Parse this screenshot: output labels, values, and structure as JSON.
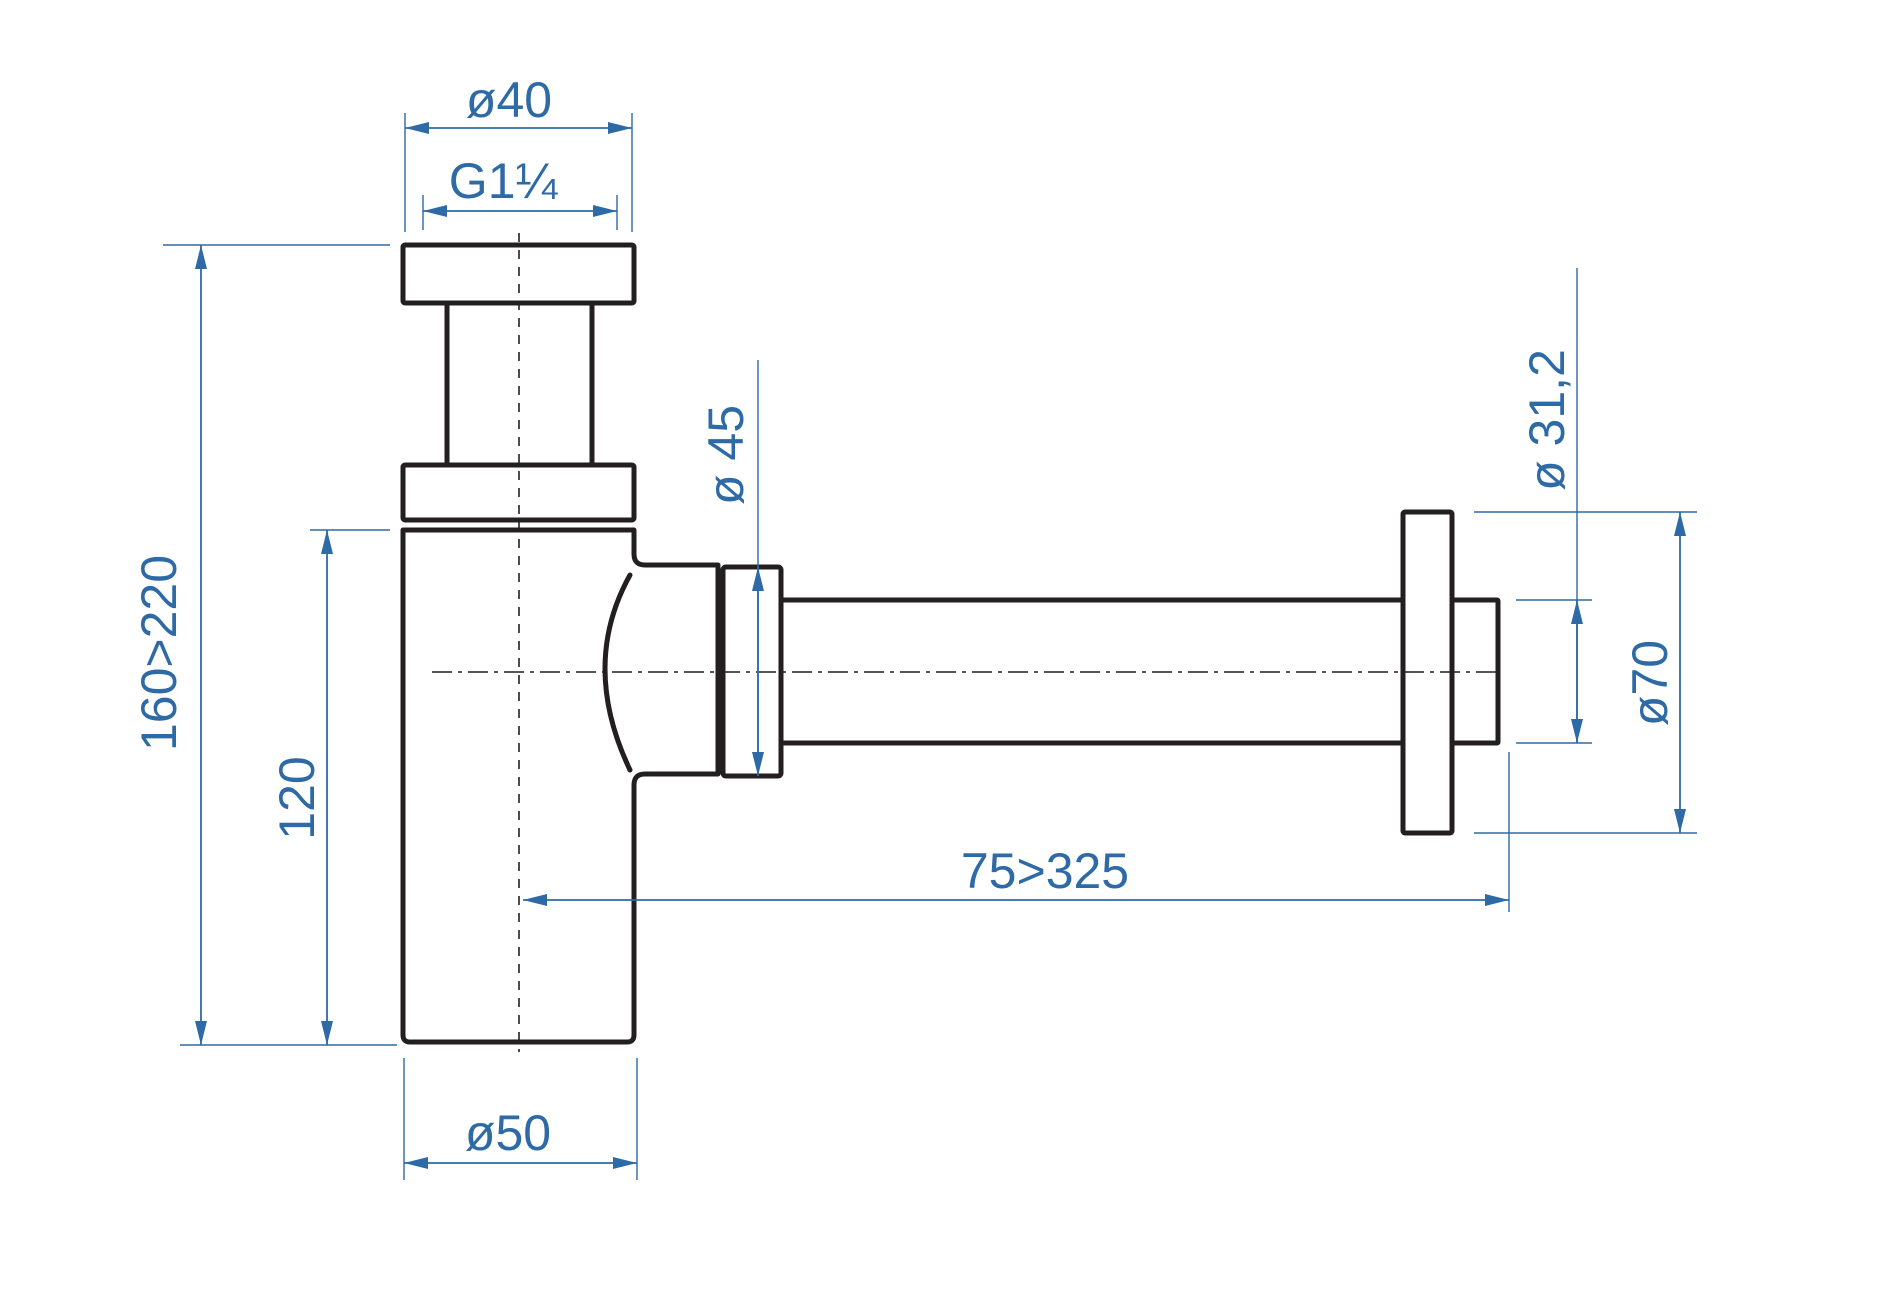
{
  "dimensions": {
    "inlet_outer_diameter": "ø40",
    "inlet_thread": "G1¼",
    "total_height": "160>220",
    "body_height": "120",
    "body_diameter": "ø50",
    "outlet_diameter": "ø 45",
    "wall_pipe_diameter": "ø 31,2",
    "rosette_diameter": "ø70",
    "horizontal_reach": "75>325"
  },
  "colors": {
    "outline": "#231f20",
    "dimension": "#2e6aa6"
  }
}
